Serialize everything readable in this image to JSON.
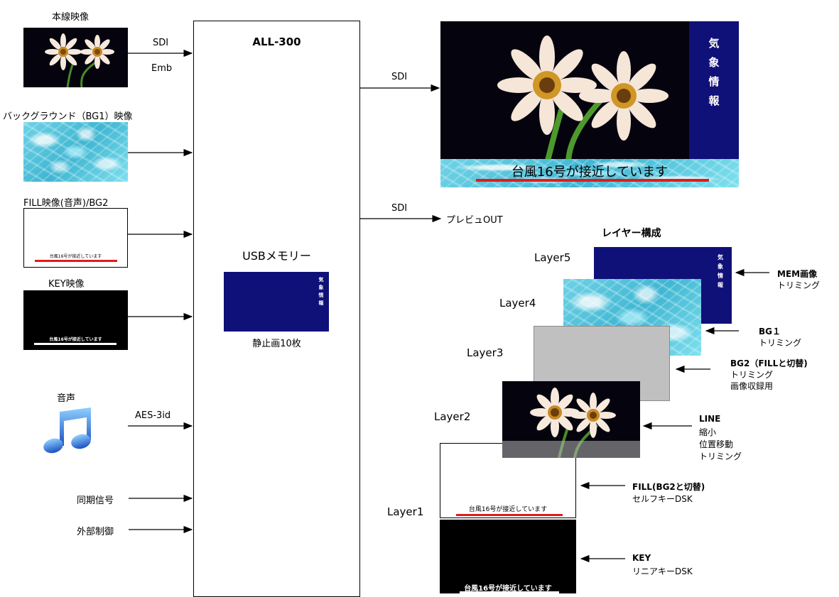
{
  "device": {
    "title": "ALL-300",
    "usb_label": "USBメモリー",
    "stills_label": "静止画10枚"
  },
  "inputs": {
    "line_video": "本線映像",
    "bg1_video": "バックグラウンド（BG1）映像",
    "fill_video": "FILL映像(音声)/BG2",
    "key_video": "KEY映像",
    "audio": "音声",
    "sync": "同期信号",
    "ext_control": "外部制御"
  },
  "signals": {
    "sdi_in": "SDI",
    "emb": "Emb",
    "aes": "AES-3id",
    "sdi_out1": "SDI",
    "sdi_out2": "SDI",
    "preview_out": "プレビュOUT"
  },
  "caption": {
    "text": "台風16号が接近しています"
  },
  "weather_chars": [
    "気",
    "象",
    "情",
    "報"
  ],
  "layers": {
    "title": "レイヤー構成",
    "names": [
      "Layer5",
      "Layer4",
      "Layer3",
      "Layer2",
      "Layer1"
    ],
    "notes": [
      {
        "title": "MEM画像",
        "lines": [
          "トリミング"
        ]
      },
      {
        "title": "BG１",
        "lines": [
          "トリミング"
        ]
      },
      {
        "title": "BG2（FILLと切替)",
        "lines": [
          "トリミング",
          "画像収録用"
        ]
      },
      {
        "title": "LINE",
        "lines": [
          "縮小",
          "位置移動",
          "トリミング"
        ]
      },
      {
        "title": "FILL(BG2と切替)",
        "lines": [
          "セルフキーDSK"
        ]
      },
      {
        "title": "KEY",
        "lines": [
          "リニアキーDSK"
        ]
      }
    ]
  },
  "icons": {
    "audio": "music-note-icon",
    "flower": "flower-icon"
  },
  "colors": {
    "navy": "#101079",
    "caption_red": "#e31a1a",
    "water": "#4fc3da"
  }
}
